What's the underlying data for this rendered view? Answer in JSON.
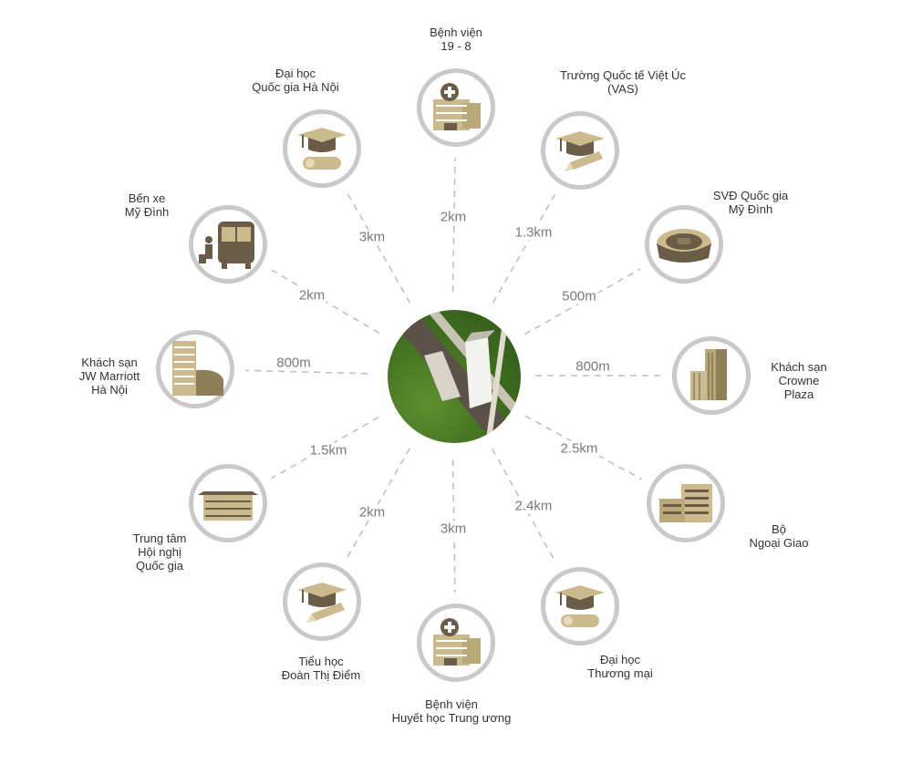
{
  "diagram": {
    "center": {
      "name": "project-aerial-view"
    },
    "colors": {
      "ring": "#c9c9c9",
      "tan": "#cbbb8c",
      "brown": "#6b5c48",
      "line": "#bdbdbd",
      "distance_text": "#7a7a7a"
    },
    "places": [
      {
        "label": [
          "Bệnh viện",
          "19 - 8"
        ],
        "distance": "2km",
        "icon": "hospital-icon"
      },
      {
        "label": [
          "Trường Quốc tế Việt Úc",
          "(VAS)"
        ],
        "distance": "1.3km",
        "icon": "graduation-pencil-icon"
      },
      {
        "label": [
          "SVĐ Quốc gia",
          "Mỹ Đình"
        ],
        "distance": "500m",
        "icon": "stadium-icon"
      },
      {
        "label": [
          "Khách sạn",
          "Crowne",
          "Plaza"
        ],
        "distance": "800m",
        "icon": "tower-building-icon"
      },
      {
        "label": [
          "Bộ",
          "Ngoại Giao"
        ],
        "distance": "2.5km",
        "icon": "office-building-icon"
      },
      {
        "label": [
          "Đại học",
          "Thương mại"
        ],
        "distance": "2.4km",
        "icon": "graduation-diploma-icon"
      },
      {
        "label": [
          "Bệnh viện",
          "Huyết học Trung ương"
        ],
        "distance": "3km",
        "icon": "hospital-icon"
      },
      {
        "label": [
          "Tiểu học",
          "Đoàn Thị Điểm"
        ],
        "distance": "2km",
        "icon": "graduation-pencil-icon"
      },
      {
        "label": [
          "Trung tâm",
          "Hội nghị",
          "Quốc gia"
        ],
        "distance": "1.5km",
        "icon": "convention-center-icon"
      },
      {
        "label": [
          "Khách sạn",
          "JW Marriott",
          "Hà Nội"
        ],
        "distance": "800m",
        "icon": "hotel-building-icon"
      },
      {
        "label": [
          "Bến xe",
          "Mỹ Đình"
        ],
        "distance": "2km",
        "icon": "bus-icon"
      },
      {
        "label": [
          "Đại học",
          "Quốc gia Hà Nội"
        ],
        "distance": "3km",
        "icon": "graduation-diploma-icon"
      }
    ]
  }
}
